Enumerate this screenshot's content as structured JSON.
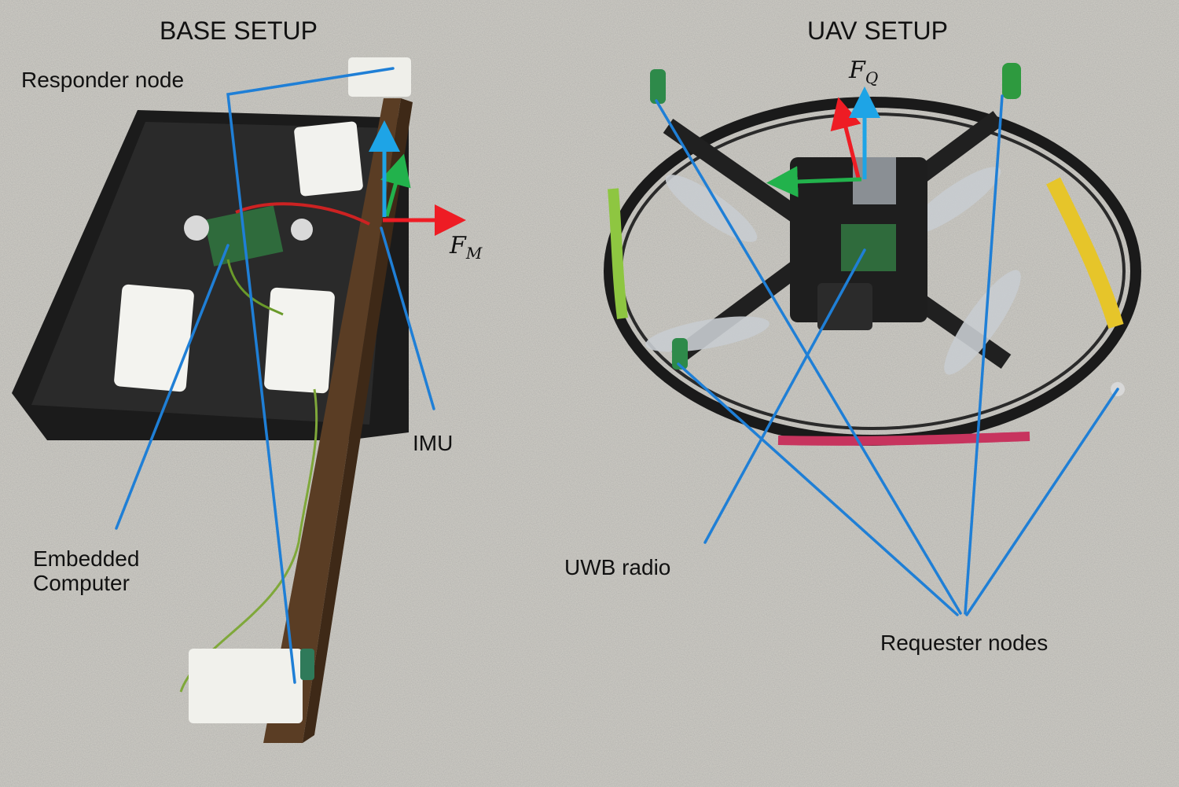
{
  "headers": {
    "base": "BASE SETUP",
    "uav": "UAV SETUP"
  },
  "labels": {
    "responder": "Responder node",
    "imu": "IMU",
    "embedded_line1": "Embedded",
    "embedded_line2": "Computer",
    "uwb": "UWB radio",
    "requester": "Requester nodes"
  },
  "frames": {
    "mount": {
      "main": "F",
      "sub": "M"
    },
    "quad": {
      "main": "F",
      "sub": "Q"
    }
  },
  "colors": {
    "callout": "#1f7fd6",
    "axis_x": "#ee1c24",
    "axis_y": "#22b24c",
    "axis_z": "#1ea4e6"
  }
}
